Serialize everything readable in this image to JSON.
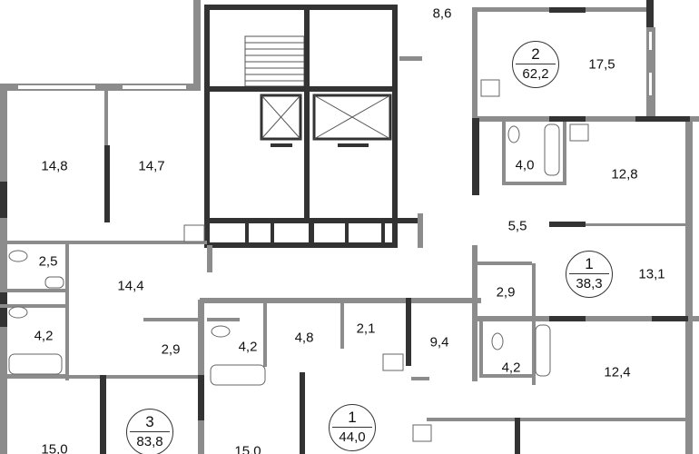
{
  "rooms": {
    "r8_6": "8,6",
    "r17_5": "17,5",
    "r14_8": "14,8",
    "r14_7": "14,7",
    "r4_0": "4,0",
    "r12_8": "12,8",
    "r5_5": "5,5",
    "r2_5": "2,5",
    "r14_4": "14,4",
    "r13_1": "13,1",
    "r2_9a": "2,9",
    "r4_2a": "4,2",
    "r2_9b": "2,9",
    "r4_2b": "4,2",
    "r4_8": "4,8",
    "r2_1": "2,1",
    "r9_4": "9,4",
    "r4_2c": "4,2",
    "r12_4": "12,4",
    "r15_0a": "15,0",
    "r15_0b": "15,0"
  },
  "apartments": [
    {
      "rooms": "2",
      "area": "62,2"
    },
    {
      "rooms": "1",
      "area": "38,3"
    },
    {
      "rooms": "3",
      "area": "83,8"
    },
    {
      "rooms": "1",
      "area": "44,0"
    }
  ],
  "colors": {
    "wall": "#8c8c8c",
    "bearing_wall": "#333333"
  }
}
